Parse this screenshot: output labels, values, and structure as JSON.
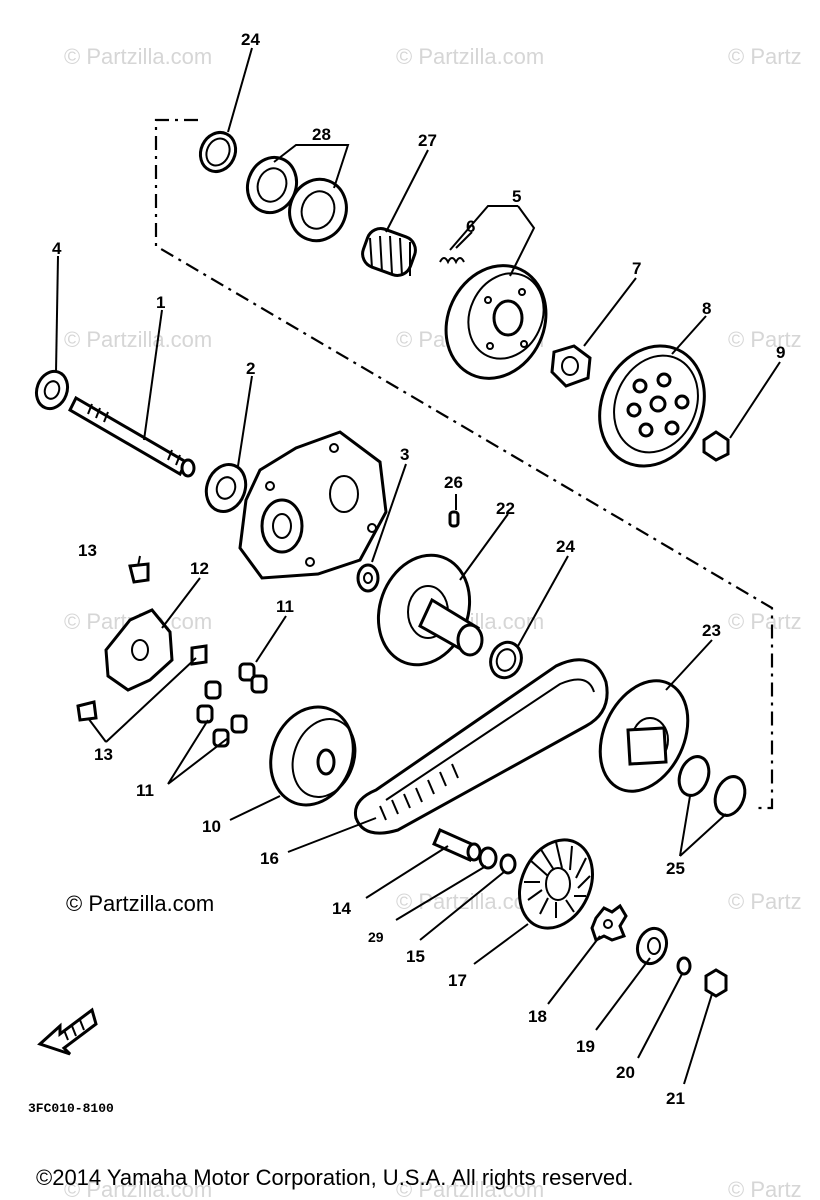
{
  "watermark": "© Partzilla.com",
  "watermark_partial": "© Partz",
  "copyright_left": "© Partzilla.com",
  "copyright_bottom": "©2014 Yamaha Motor Corporation, U.S.A. All rights reserved.",
  "drawing_code": "3FC010-8100",
  "callouts": {
    "c1": "1",
    "c2": "2",
    "c3": "3",
    "c4": "4",
    "c5": "5",
    "c6": "6",
    "c7": "7",
    "c8": "8",
    "c9": "9",
    "c10": "10",
    "c11a": "11",
    "c11b": "11",
    "c12": "12",
    "c13a": "13",
    "c13b": "13",
    "c14": "14",
    "c15": "15",
    "c16": "16",
    "c17": "17",
    "c18": "18",
    "c19": "19",
    "c20": "20",
    "c21": "21",
    "c22": "22",
    "c23": "23",
    "c24a": "24",
    "c24b": "24",
    "c25": "25",
    "c26": "26",
    "c27": "27",
    "c28": "28",
    "c29": "29"
  },
  "colors": {
    "ink": "#000000",
    "watermark": "#d6d6d6",
    "background": "#ffffff"
  },
  "icons": {
    "fwd_arrow": "fwd-arrow-icon"
  }
}
